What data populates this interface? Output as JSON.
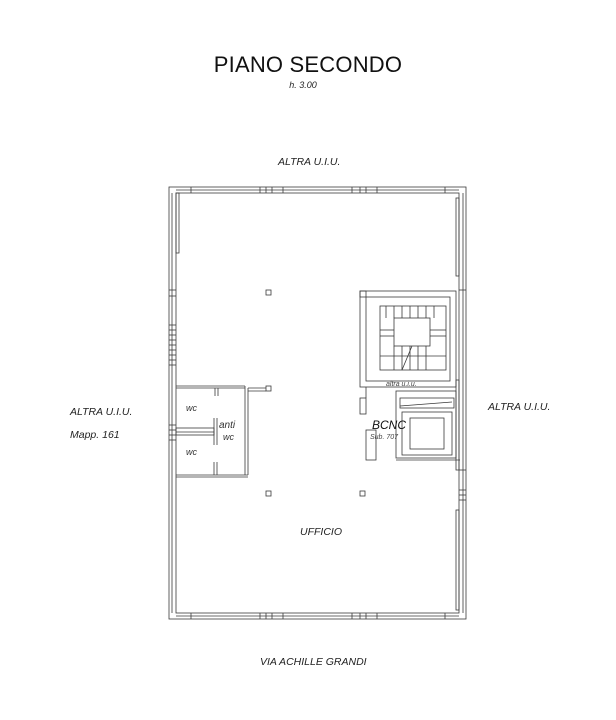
{
  "header": {
    "title": "PIANO SECONDO",
    "height_note": "h. 3.00"
  },
  "boundaries": {
    "north": "ALTRA U.I.U.",
    "east": "ALTRA U.I.U.",
    "west": "ALTRA U.I.U.",
    "west_ref": "Mapp. 161",
    "south": "VIA ACHILLE GRANDI"
  },
  "rooms": {
    "main": "UFFICIO",
    "wc_top": "wc",
    "wc_bottom": "wc",
    "antiwc_line1": "anti",
    "antiwc_line2": "wc",
    "common": "BCNC",
    "common_sub": "Sub. 707",
    "stair_note": "altra u.i.u."
  },
  "colors": {
    "line": "#3a3a3a",
    "background": "#ffffff"
  }
}
